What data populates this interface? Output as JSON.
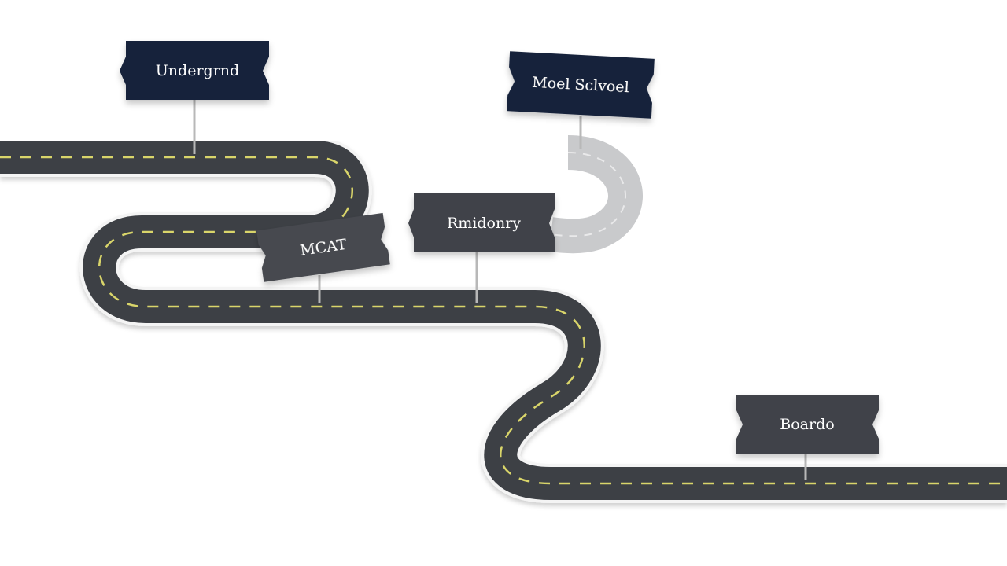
{
  "colors": {
    "background": "#ffffff",
    "road": "#3c3f45",
    "road_edge": "#f4f4f4",
    "lane_marking": "#d9d56a",
    "side_road": "#c8c9cb",
    "sign_navy": "#14223b",
    "sign_gray": "#3f4248",
    "sign_text": "#ffffff",
    "pole": "#b8b8b8"
  },
  "milestones": [
    {
      "id": "undergrad",
      "label": "Undergrnd",
      "color": "#14223b"
    },
    {
      "id": "med-school",
      "label": "Moel Sclvoel",
      "color": "#14223b"
    },
    {
      "id": "mcat",
      "label": "MCAT",
      "color": "#3f4248"
    },
    {
      "id": "residency",
      "label": "Rmidonry",
      "color": "#3f4248"
    },
    {
      "id": "boards",
      "label": "Boardo",
      "color": "#3f4248"
    }
  ]
}
